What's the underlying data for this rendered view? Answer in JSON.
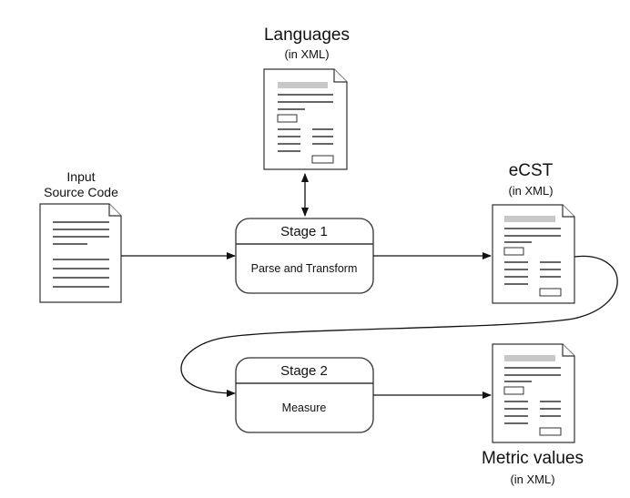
{
  "languages": {
    "title": "Languages",
    "subtitle": "(in XML)"
  },
  "input": {
    "line1": "Input",
    "line2": "Source Code"
  },
  "ecst": {
    "title": "eCST",
    "subtitle": "(in XML)"
  },
  "stage1": {
    "title": "Stage 1",
    "action": "Parse and Transform"
  },
  "stage2": {
    "title": "Stage 2",
    "action": "Measure"
  },
  "metric": {
    "title": "Metric values",
    "subtitle": "(in XML)"
  }
}
